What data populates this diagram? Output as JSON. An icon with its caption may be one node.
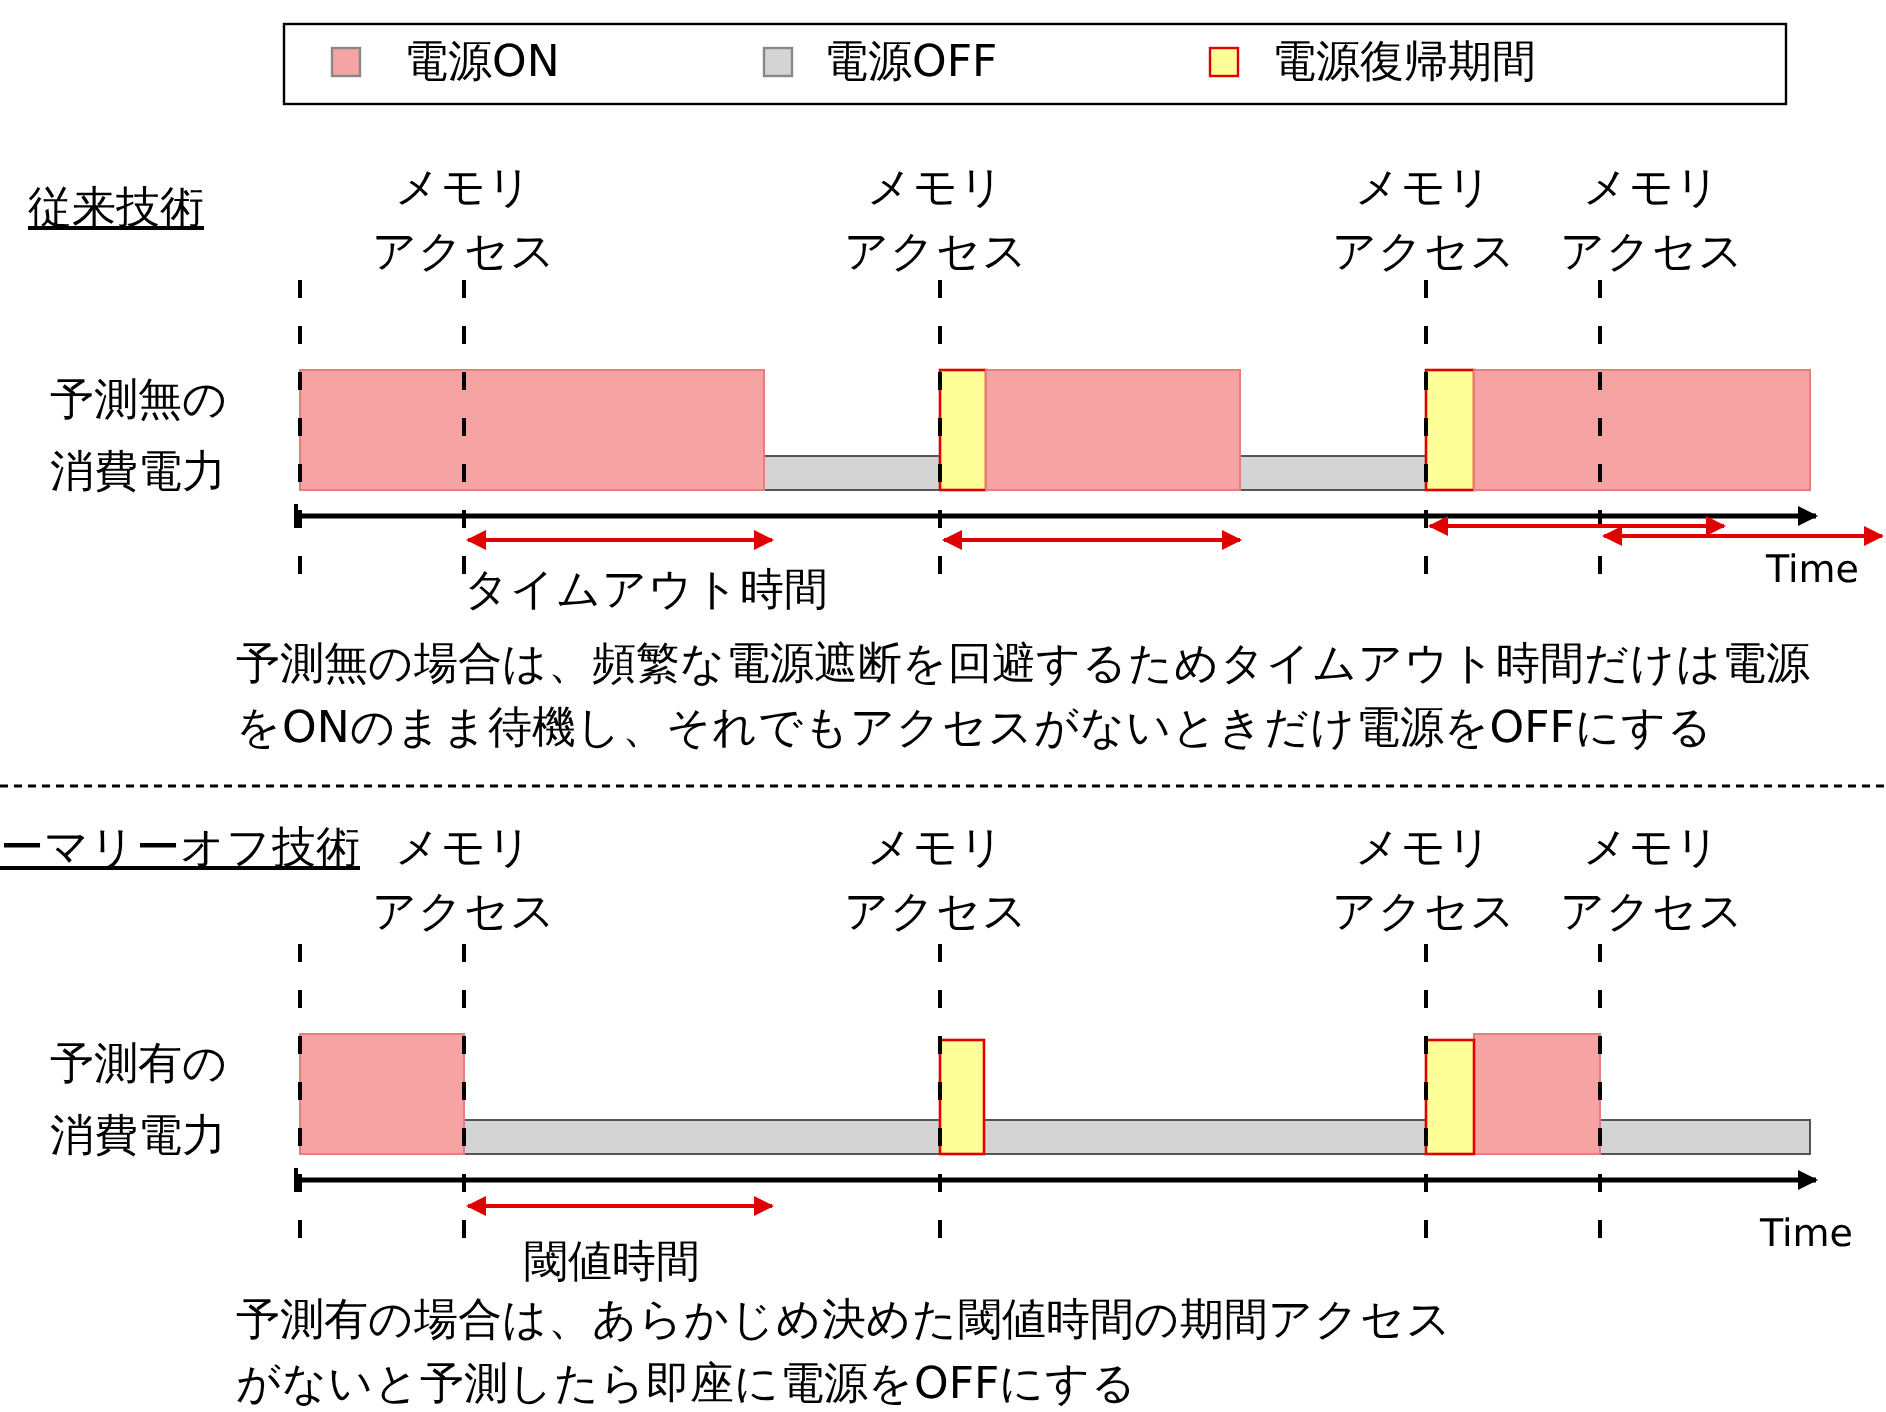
{
  "diagram": {
    "labels": [
      "従来技術",
      "メモリ",
      "アクセス",
      "メモリ",
      "アクセス",
      "メモリ",
      "アクセス",
      "メモリ",
      "アクセス",
      "予測無の消費電力",
      "Time",
      "タイムアウト時間",
      "予測無の場合は、頻繁な電源遮断を回避するためタイムアウト時間だけは電源をONのまま待機し、それでもアクセスがないときだけ電源をOFFにする",
      "ーマリーオフ技術",
      "メモリ",
      "アクセス",
      "メモリ",
      "アクセス",
      "メモリ",
      "アクセス",
      "メモリ",
      "アクセス",
      "予測有の消費電力",
      "Time",
      "閾値時間",
      "予測有の場合は、あらかじめ決めた閾値時間の期間アクセスがないと予測したら即座に電源をOFFにする"
    ],
    "legend": [
      {
        "text": "電源ON",
        "color": "#f5a3a3"
      },
      {
        "text": "電源OFF",
        "color": "#d4d4d4"
      },
      {
        "text": "電源復帰期間",
        "color": "#ffff99"
      }
    ]
  }
}
